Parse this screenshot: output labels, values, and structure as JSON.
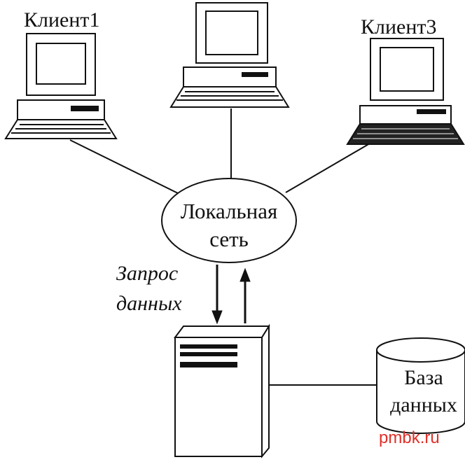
{
  "clients": {
    "client1_label": "Клиент1",
    "client3_label": "Клиент3"
  },
  "network": {
    "line1": "Локальная",
    "line2": "сеть"
  },
  "request": {
    "line1": "Запрос",
    "line2": "данных"
  },
  "database": {
    "line1": "База",
    "line2": "данных"
  },
  "watermark": "pmbk.ru",
  "colors": {
    "stroke": "#111111",
    "background": "#ffffff",
    "watermark": "#e0302a"
  }
}
